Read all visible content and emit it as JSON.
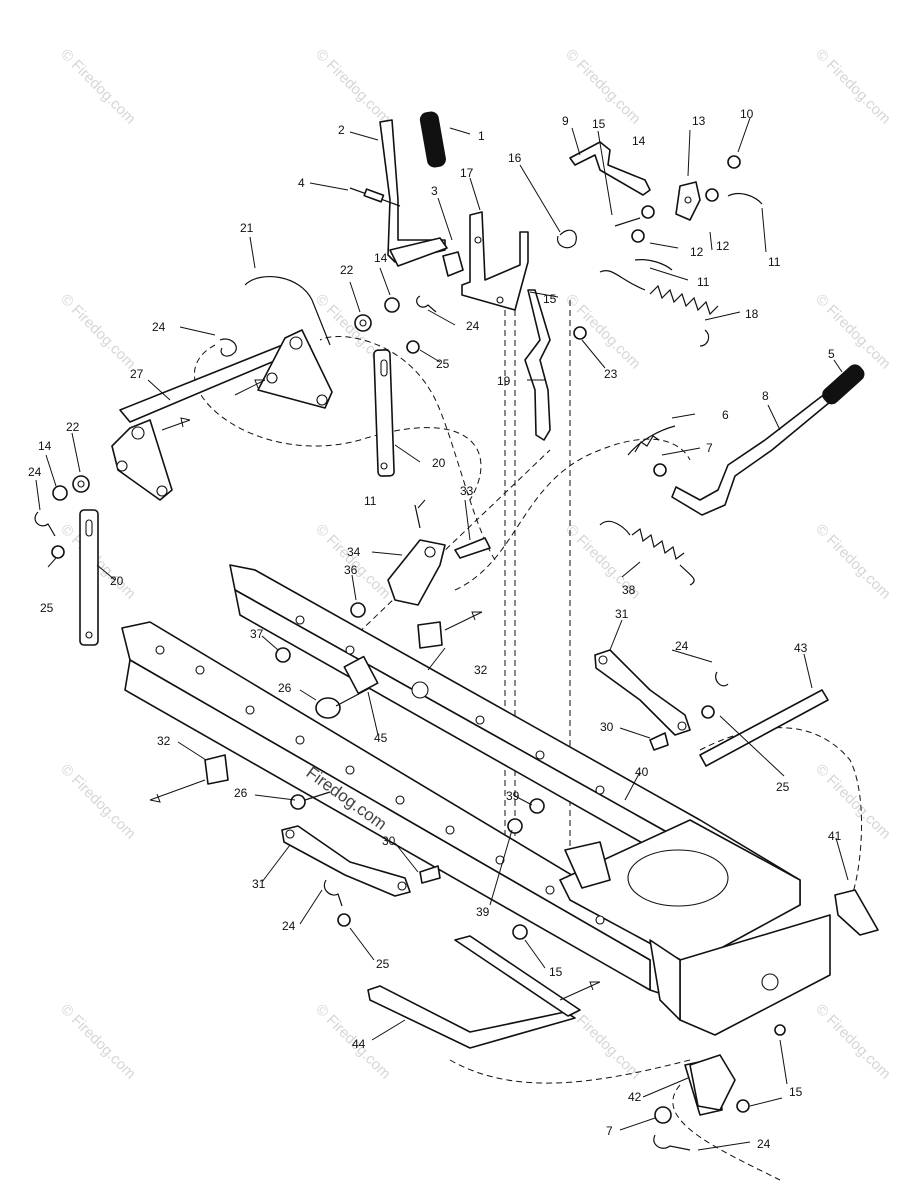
{
  "watermark": {
    "text": "© Firedog.com",
    "center_text": "Firedog.com"
  },
  "callouts": [
    {
      "id": "c1",
      "label": "1"
    },
    {
      "id": "c2",
      "label": "2"
    },
    {
      "id": "c3",
      "label": "3"
    },
    {
      "id": "c4",
      "label": "4"
    },
    {
      "id": "c5",
      "label": "5"
    },
    {
      "id": "c6",
      "label": "6"
    },
    {
      "id": "c7a",
      "label": "7"
    },
    {
      "id": "c7b",
      "label": "7"
    },
    {
      "id": "c8",
      "label": "8"
    },
    {
      "id": "c9",
      "label": "9"
    },
    {
      "id": "c10",
      "label": "10"
    },
    {
      "id": "c11a",
      "label": "11"
    },
    {
      "id": "c11b",
      "label": "11"
    },
    {
      "id": "c11c",
      "label": "11"
    },
    {
      "id": "c12a",
      "label": "12"
    },
    {
      "id": "c12b",
      "label": "12"
    },
    {
      "id": "c13",
      "label": "13"
    },
    {
      "id": "c14a",
      "label": "14"
    },
    {
      "id": "c14b",
      "label": "14"
    },
    {
      "id": "c14c",
      "label": "14"
    },
    {
      "id": "c15a",
      "label": "15"
    },
    {
      "id": "c15b",
      "label": "15"
    },
    {
      "id": "c15c",
      "label": "15"
    },
    {
      "id": "c15d",
      "label": "15"
    },
    {
      "id": "c16",
      "label": "16"
    },
    {
      "id": "c17",
      "label": "17"
    },
    {
      "id": "c18",
      "label": "18"
    },
    {
      "id": "c19",
      "label": "19"
    },
    {
      "id": "c20a",
      "label": "20"
    },
    {
      "id": "c20b",
      "label": "20"
    },
    {
      "id": "c21",
      "label": "21"
    },
    {
      "id": "c22a",
      "label": "22"
    },
    {
      "id": "c22b",
      "label": "22"
    },
    {
      "id": "c23",
      "label": "23"
    },
    {
      "id": "c24a",
      "label": "24"
    },
    {
      "id": "c24b",
      "label": "24"
    },
    {
      "id": "c24c",
      "label": "24"
    },
    {
      "id": "c24d",
      "label": "24"
    },
    {
      "id": "c24e",
      "label": "24"
    },
    {
      "id": "c24f",
      "label": "24"
    },
    {
      "id": "c25a",
      "label": "25"
    },
    {
      "id": "c25b",
      "label": "25"
    },
    {
      "id": "c25c",
      "label": "25"
    },
    {
      "id": "c25d",
      "label": "25"
    },
    {
      "id": "c26a",
      "label": "26"
    },
    {
      "id": "c26b",
      "label": "26"
    },
    {
      "id": "c27",
      "label": "27"
    },
    {
      "id": "c30a",
      "label": "30"
    },
    {
      "id": "c30b",
      "label": "30"
    },
    {
      "id": "c31a",
      "label": "31"
    },
    {
      "id": "c31b",
      "label": "31"
    },
    {
      "id": "c32a",
      "label": "32"
    },
    {
      "id": "c32b",
      "label": "32"
    },
    {
      "id": "c33",
      "label": "33"
    },
    {
      "id": "c34",
      "label": "34"
    },
    {
      "id": "c36",
      "label": "36"
    },
    {
      "id": "c37",
      "label": "37"
    },
    {
      "id": "c38",
      "label": "38"
    },
    {
      "id": "c39a",
      "label": "39"
    },
    {
      "id": "c39b",
      "label": "39"
    },
    {
      "id": "c40",
      "label": "40"
    },
    {
      "id": "c41",
      "label": "41"
    },
    {
      "id": "c42",
      "label": "42"
    },
    {
      "id": "c43",
      "label": "43"
    },
    {
      "id": "c44",
      "label": "44"
    },
    {
      "id": "c45",
      "label": "45"
    }
  ]
}
